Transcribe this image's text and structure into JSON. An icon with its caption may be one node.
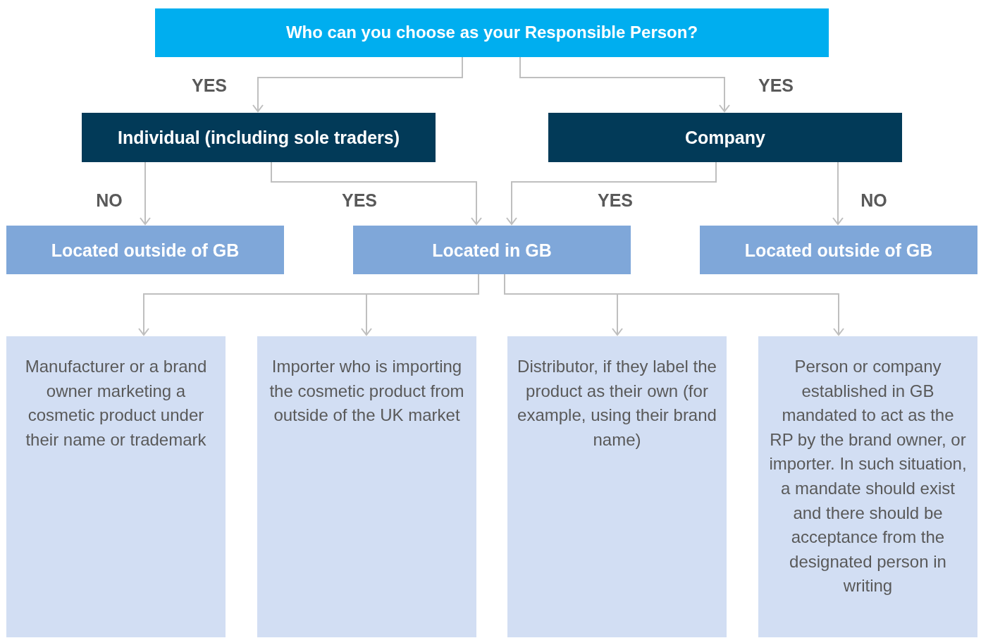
{
  "diagram": {
    "nodes": [
      {
        "text": [
          "Who can you choose as your Responsible Person?"
        ]
      },
      {
        "text": [
          "Individual (including sole traders)"
        ]
      },
      {
        "text": [
          "Company"
        ]
      },
      {
        "text": [
          "Located outside of GB"
        ]
      },
      {
        "text": [
          "Located in GB"
        ]
      },
      {
        "text": [
          "Located outside of GB"
        ]
      },
      {
        "text": [
          "Manufacturer or a brand owner marketing a cosmetic product under their name or trademark"
        ]
      },
      {
        "text": [
          "Importer who is importing the cosmetic product from outside of the UK market"
        ]
      },
      {
        "text": [
          "Distributor, if they label the product as their own (for example, using their brand name)"
        ]
      },
      {
        "text": [
          "Person or company established in GB mandated to act as the RP by the brand owner, or importer. In such situation, a mandate should exist and there should be acceptance from the designated person in writing"
        ]
      }
    ],
    "edges": [
      {
        "from": 0,
        "to": 1,
        "arrow": "to",
        "label": "YES"
      },
      {
        "from": 0,
        "to": 2,
        "arrow": "to",
        "label": "YES"
      },
      {
        "from": 1,
        "to": 3,
        "arrow": "to",
        "label": "NO"
      },
      {
        "from": 1,
        "to": 4,
        "arrow": "to",
        "label": "YES"
      },
      {
        "from": 2,
        "to": 4,
        "arrow": "to",
        "label": "YES"
      },
      {
        "from": 2,
        "to": 5,
        "arrow": "to",
        "label": "NO"
      },
      {
        "from": 4,
        "to": 6,
        "arrow": "to"
      },
      {
        "from": 4,
        "to": 7,
        "arrow": "to"
      },
      {
        "from": 4,
        "to": 8,
        "arrow": "to"
      },
      {
        "from": 4,
        "to": 9,
        "arrow": "to"
      }
    ]
  }
}
